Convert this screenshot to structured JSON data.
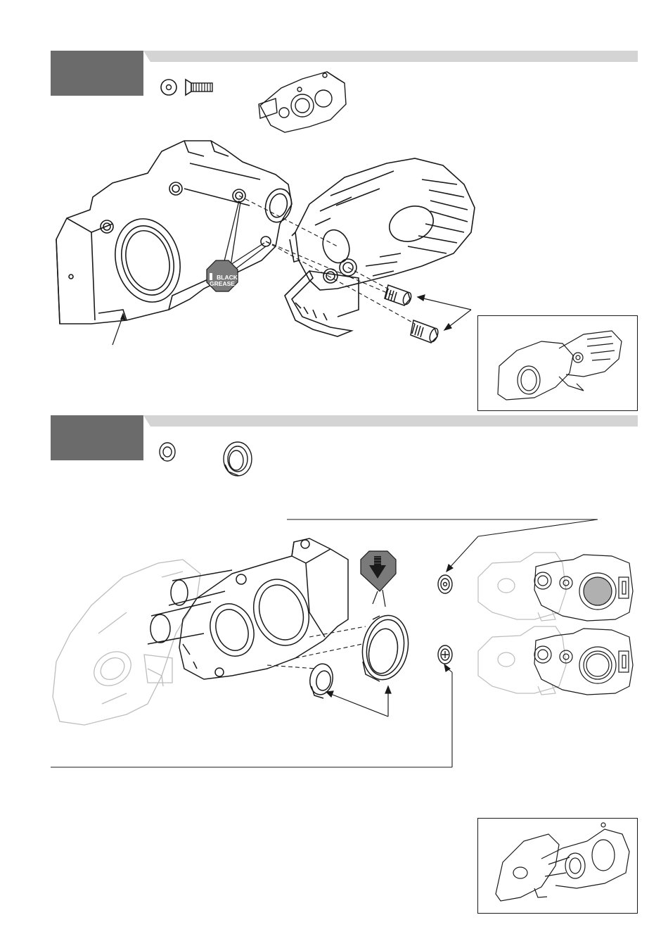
{
  "page": {
    "steps": [
      {
        "id": "step-1",
        "parts": [
          "washer-icon",
          "countersunk-screw-icon"
        ]
      },
      {
        "id": "step-2",
        "parts": [
          "small-bushing-icon",
          "large-bushing-icon"
        ]
      }
    ]
  },
  "labels": {
    "grease_line1": "BLACK",
    "grease_line2": "GREASE"
  },
  "colors": {
    "step_box": "#6b6b6b",
    "step_bar": "#d4d4d4",
    "line_art": "#1a1a1a",
    "ghost_art": "#bdbdbd",
    "grease_badge": "#7a7a7a"
  }
}
